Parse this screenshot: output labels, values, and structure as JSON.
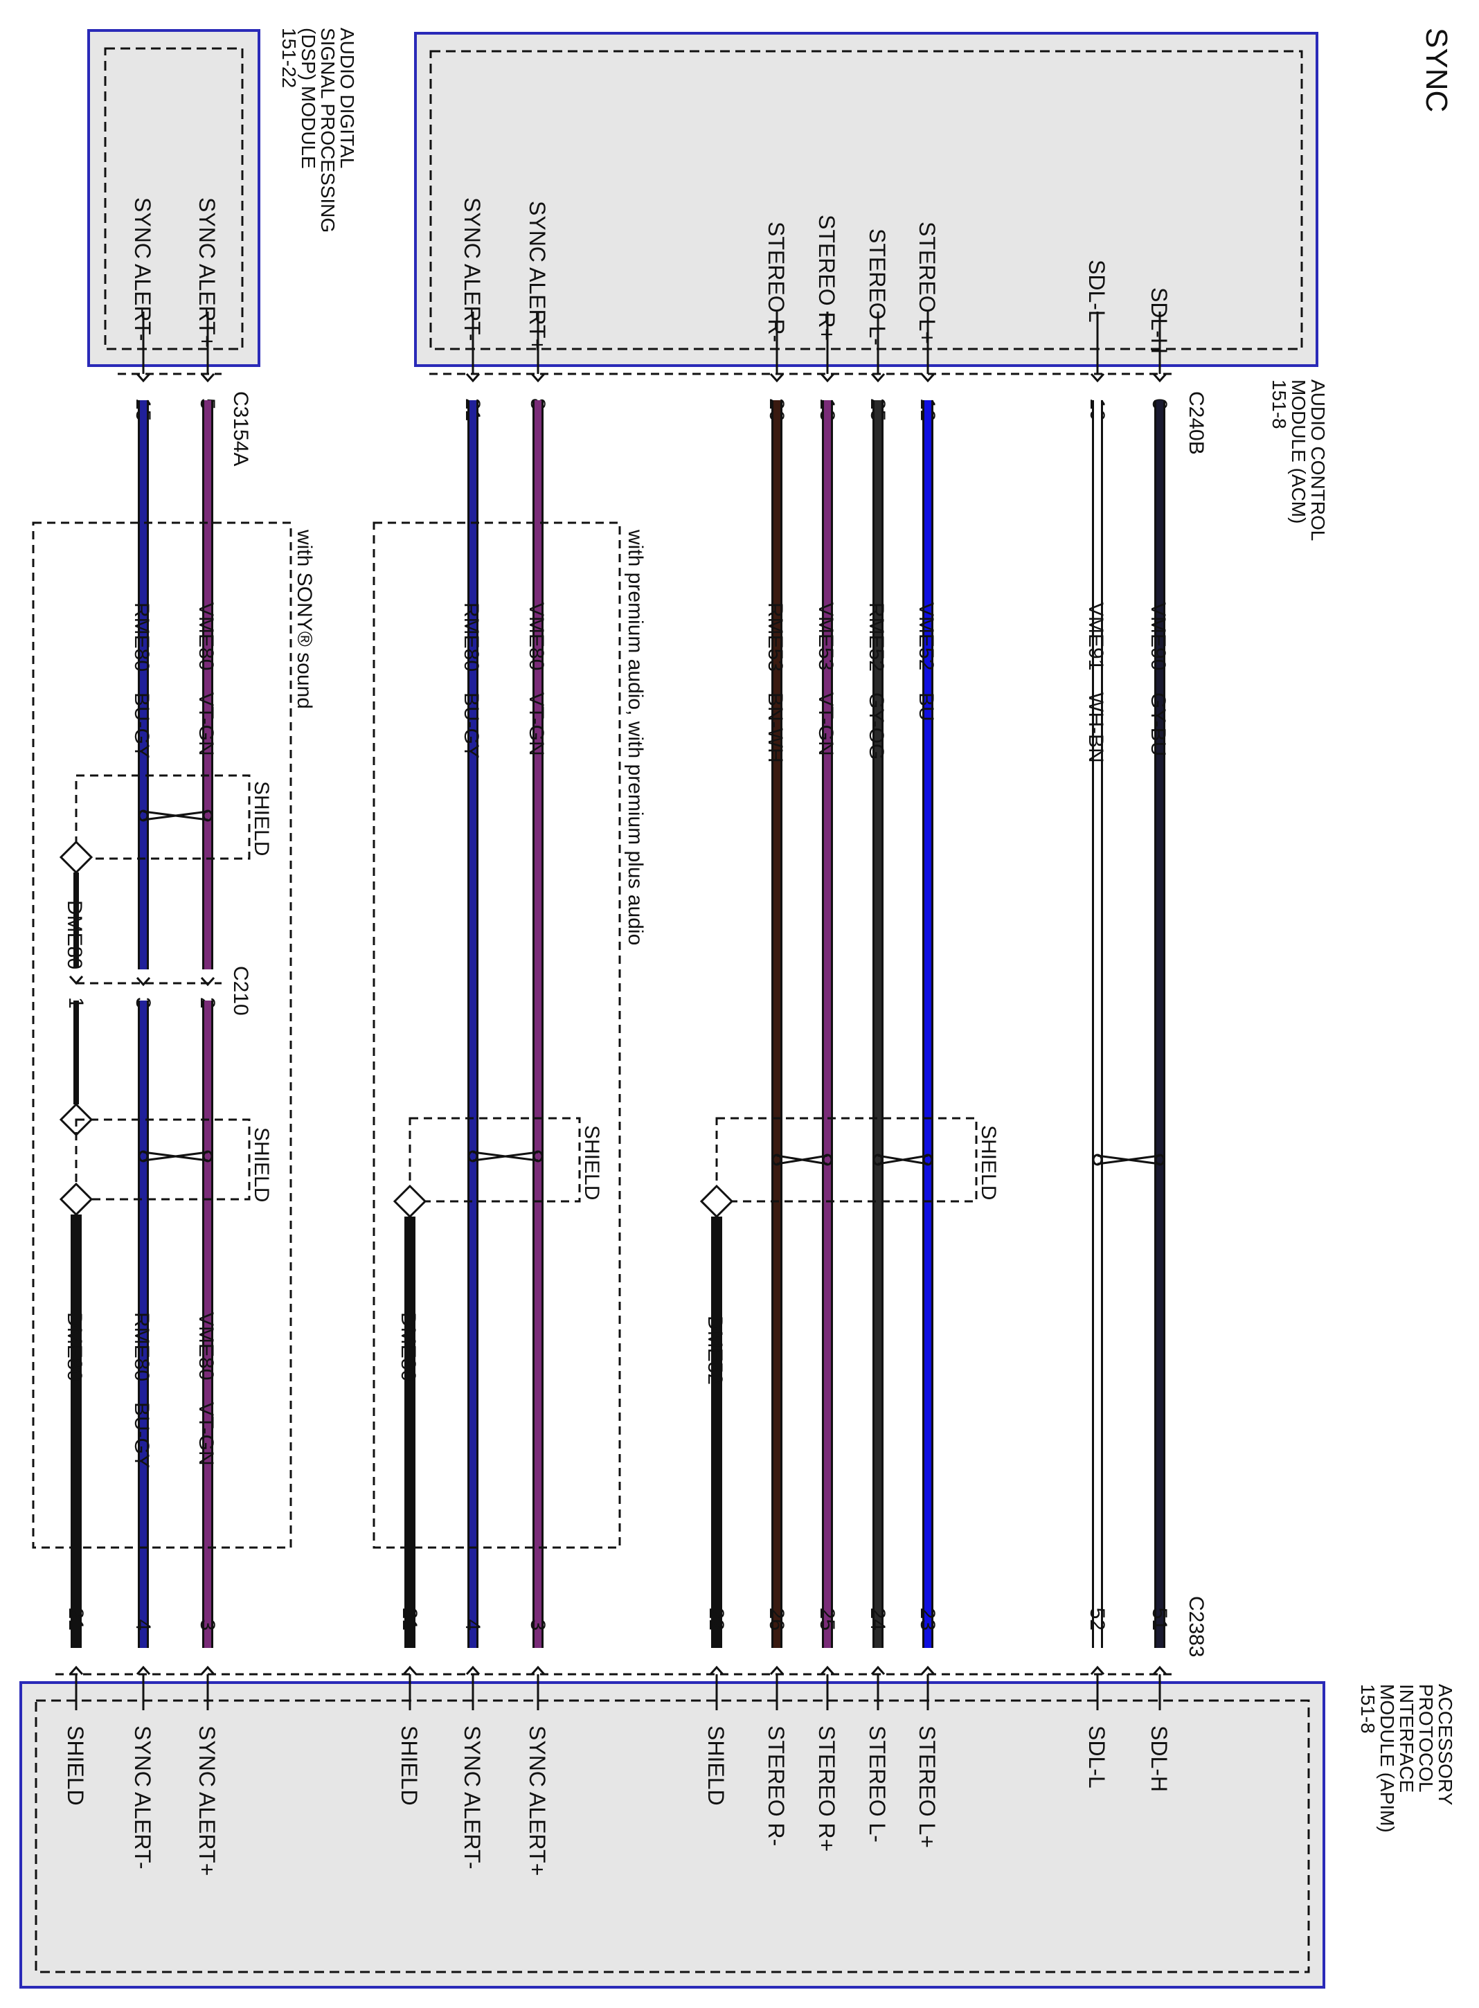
{
  "title": "SYNC",
  "modules": {
    "acm": {
      "name": [
        "AUDIO CONTROL",
        "MODULE (ACM)",
        "151-8"
      ],
      "pins": [
        "SDL-H",
        "SDL-L",
        "STEREO L+",
        "STEREO L-",
        "STEREO R+",
        "STEREO R-",
        "SYNC ALERT+",
        "SYNC ALERT-"
      ]
    },
    "dsp": {
      "name": [
        "AUDIO DIGITAL",
        "SIGNAL PROCESSING",
        "(DSP) MODULE",
        "151-22"
      ],
      "pins": [
        "SYNC ALERT+",
        "SYNC ALERT-"
      ]
    },
    "apim": {
      "name": [
        "ACCESSORY",
        "PROTOCOL",
        "INTERFACE",
        "MODULE (APIM)",
        "151-8"
      ],
      "pins": [
        "SDL-H",
        "SDL-L",
        "STEREO L+",
        "STEREO L-",
        "STEREO R+",
        "STEREO R-",
        "SHIELD",
        "SYNC ALERT+",
        "SYNC ALERT-",
        "SHIELD",
        "SYNC ALERT+",
        "SYNC ALERT-",
        "SHIELD"
      ]
    }
  },
  "connectors": {
    "c240b": "C240B",
    "c3154a": "C3154A",
    "c2383": "C2383",
    "c210": "C210"
  },
  "wires": [
    {
      "top_pin": "6",
      "circuit": "VME90",
      "color": "GY-BU",
      "bottom_pin": "51"
    },
    {
      "top_pin": "19",
      "circuit": "VME91",
      "color": "WH-BN",
      "bottom_pin": "52"
    },
    {
      "top_pin": "12",
      "circuit": "VME52",
      "color": "BU",
      "bottom_pin": "23"
    },
    {
      "top_pin": "25",
      "circuit": "RME52",
      "color": "GY-OG",
      "bottom_pin": "24"
    },
    {
      "top_pin": "13",
      "circuit": "VME53",
      "color": "VT-GN",
      "bottom_pin": "25"
    },
    {
      "top_pin": "26",
      "circuit": "RME53",
      "color": "BN-WH",
      "bottom_pin": "26"
    },
    {
      "top_pin": "8",
      "circuit": "VME80",
      "color": "VT-GN",
      "bottom_pin": "3"
    },
    {
      "top_pin": "21",
      "circuit": "RME80",
      "color": "BU-GY",
      "bottom_pin": "4"
    },
    {
      "top_pin": "5",
      "circuit": "VME80",
      "color": "VT-GN",
      "c210_pin": "2",
      "bottom_pin": "3"
    },
    {
      "top_pin": "15",
      "circuit": "RME80",
      "color": "BU-GY",
      "c210_pin": "3",
      "bottom_pin": "4"
    }
  ],
  "drains": {
    "dme52": {
      "circuit": "DME52",
      "bottom_pin": "22"
    },
    "dme80_premium": {
      "circuit": "DME80",
      "bottom_pin": "21"
    },
    "dme80_sony_a": {
      "circuit": "DME80",
      "c210_pin": "1"
    },
    "dme80_sony_b": {
      "circuit": "DME80",
      "bottom_pin": "21"
    }
  },
  "shield_label": "SHIELD",
  "options": {
    "premium": "with premium audio, with premium plus audio",
    "sony": "with SONY® sound"
  },
  "colors": {
    "module_fill": "#e6e6e6",
    "module_border": "#2a2ab8",
    "GY-BU": "#1a1a30",
    "WH-BN": "#ffffff",
    "BU": "#1010e0",
    "GY-OG": "#2a2a2a",
    "VT-GN": "#7a2c78",
    "BN-WH": "#3a1a10",
    "BU-GY": "#20209a"
  }
}
